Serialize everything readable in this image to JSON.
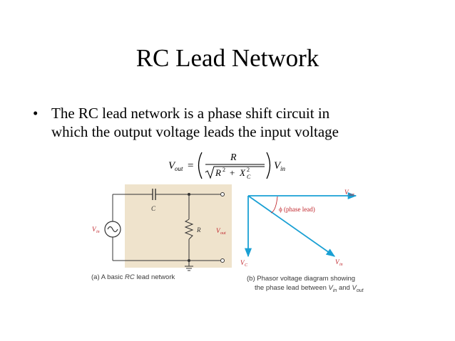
{
  "slide": {
    "title": "RC Lead Network",
    "bullet_symbol": "•",
    "bullet_lines": [
      "The RC lead network is a phase shift circuit in",
      "which the output voltage leads the input voltage"
    ]
  },
  "equation": {
    "lhs": "V",
    "lhs_sub": "out",
    "numerator": "R",
    "denominator_a": "R",
    "denominator_b": "X",
    "denominator_b_sub": "C",
    "rhs": "V",
    "rhs_sub": "in"
  },
  "circuit": {
    "capacitor_label": "C",
    "resistor_label": "R",
    "vin_label": "V",
    "vin_sub": "in",
    "vout_label": "V",
    "vout_sub": "out",
    "caption_prefix": "(a) A basic",
    "caption_italic": "RC",
    "caption_suffix": "lead network",
    "highlight_color": "#efe3cc"
  },
  "phasor": {
    "vout_label": "V",
    "vout_sub": "out",
    "vc_label": "V",
    "vc_sub": "C",
    "vin_label": "V",
    "vin_sub": "in",
    "phase_label": "ϕ (phase lead)",
    "caption_line1": "(b) Phasor voltage diagram showing",
    "caption_line2_prefix": "the phase lead between",
    "caption_line2_mid": "and",
    "arrow_color": "#1aa0d4",
    "label_color": "#c0262c"
  }
}
